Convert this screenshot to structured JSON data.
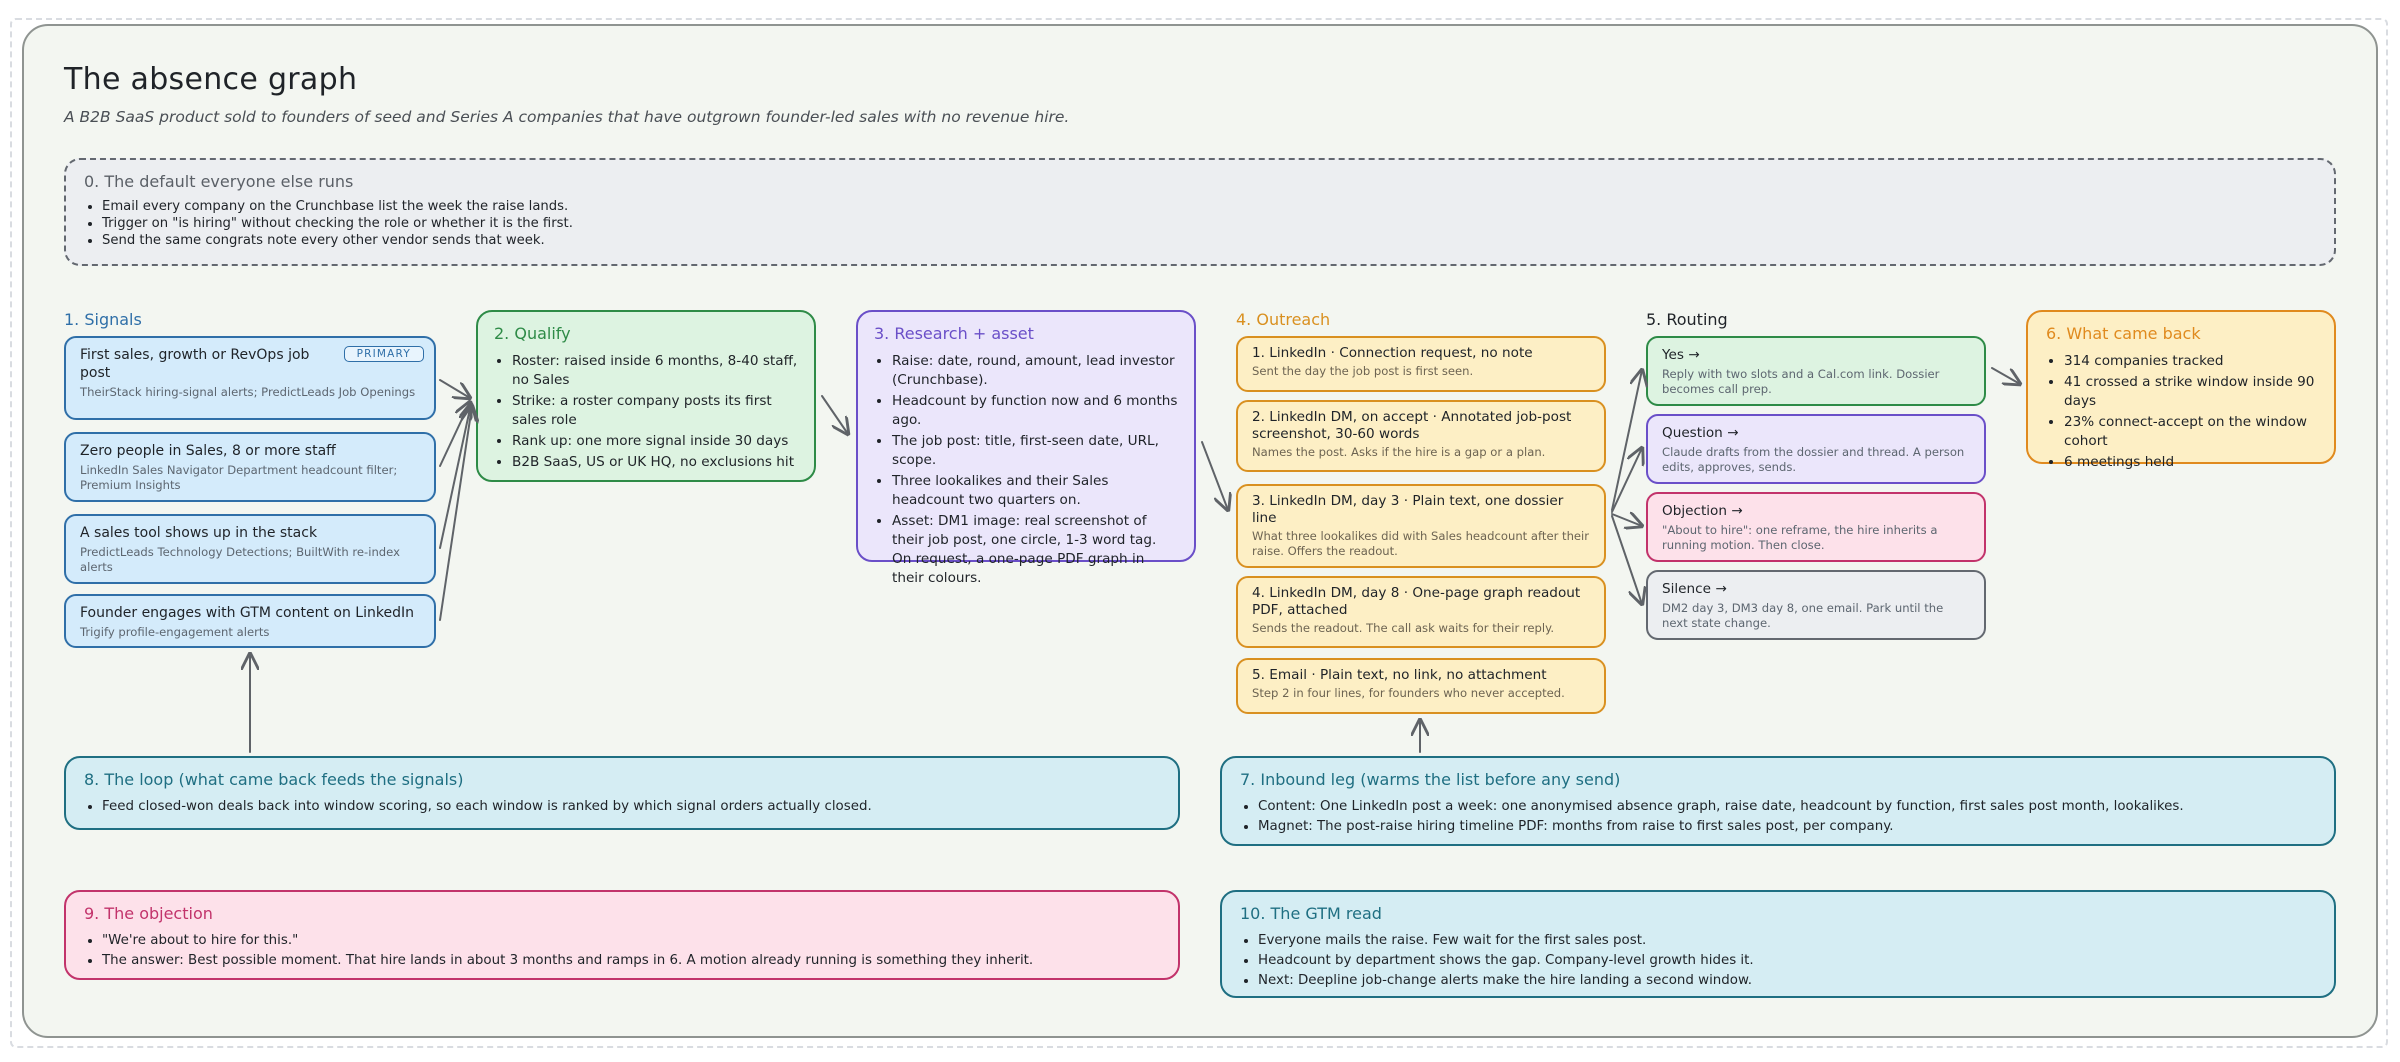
{
  "title": "The absence graph",
  "subtitle": "A B2B SaaS product sold to founders of seed and Series A companies that have outgrown founder-led sales with no revenue hire.",
  "default_section": {
    "heading": "0. The default everyone else runs",
    "items": [
      "Email every company on the Crunchbase list the week the raise lands.",
      "Trigger on \"is hiring\" without checking the role or whether it is the first.",
      "Send the same congrats note every other vendor sends that week."
    ]
  },
  "signals": {
    "heading": "1. Signals",
    "badge": "PRIMARY",
    "items": [
      {
        "title": "First sales, growth or RevOps job post",
        "sub": "TheirStack hiring-signal alerts; PredictLeads Job Openings"
      },
      {
        "title": "Zero people in Sales, 8 or more staff",
        "sub": "LinkedIn Sales Navigator Department headcount filter; Premium Insights"
      },
      {
        "title": "A sales tool shows up in the stack",
        "sub": "PredictLeads Technology Detections; BuiltWith re-index alerts"
      },
      {
        "title": "Founder engages with GTM content on LinkedIn",
        "sub": "Trigify profile-engagement alerts"
      }
    ]
  },
  "qualify": {
    "heading": "2. Qualify",
    "items": [
      "Roster: raised inside 6 months, 8-40 staff, no Sales",
      "Strike: a roster company posts its first sales role",
      "Rank up: one more signal inside 30 days",
      "B2B SaaS, US or UK HQ, no exclusions hit"
    ]
  },
  "research": {
    "heading": "3. Research + asset",
    "items": [
      "Raise: date, round, amount, lead investor (Crunchbase).",
      "Headcount by function now and 6 months ago.",
      "The job post: title, first-seen date, URL, scope.",
      "Three lookalikes and their Sales headcount two quarters on.",
      "Asset: DM1 image: real screenshot of their job post, one circle, 1-3 word tag. On request, a one-page PDF graph in their colours."
    ]
  },
  "outreach": {
    "heading": "4. Outreach",
    "items": [
      {
        "title": "1. LinkedIn · Connection request, no note",
        "sub": "Sent the day the job post is first seen."
      },
      {
        "title": "2. LinkedIn DM, on accept · Annotated job-post screenshot, 30-60 words",
        "sub": "Names the post. Asks if the hire is a gap or a plan."
      },
      {
        "title": "3. LinkedIn DM, day 3 · Plain text, one dossier line",
        "sub": "What three lookalikes did with Sales headcount after their raise. Offers the readout."
      },
      {
        "title": "4. LinkedIn DM, day 8 · One-page graph readout PDF, attached",
        "sub": "Sends the readout. The call ask waits for their reply."
      },
      {
        "title": "5. Email · Plain text, no link, no attachment",
        "sub": "Step 2 in four lines, for founders who never accepted."
      }
    ]
  },
  "routing": {
    "heading": "5. Routing",
    "items": [
      {
        "title": "Yes →",
        "sub": "Reply with two slots and a Cal.com link. Dossier becomes call prep."
      },
      {
        "title": "Question →",
        "sub": "Claude drafts from the dossier and thread. A person edits, approves, sends."
      },
      {
        "title": "Objection →",
        "sub": "\"About to hire\": one reframe, the hire inherits a running motion. Then close."
      },
      {
        "title": "Silence →",
        "sub": "DM2 day 3, DM3 day 8, one email. Park until the next state change."
      }
    ]
  },
  "came_back": {
    "heading": "6. What came back",
    "items": [
      "314 companies tracked",
      "41 crossed a strike window inside 90 days",
      "23% connect-accept on the window cohort",
      "6 meetings held"
    ]
  },
  "inbound": {
    "heading": "7. Inbound leg (warms the list before any send)",
    "items": [
      "Content: One LinkedIn post a week: one anonymised absence graph, raise date, headcount by function, first sales post month, lookalikes.",
      "Magnet: The post-raise hiring timeline PDF: months from raise to first sales post, per company."
    ]
  },
  "loop": {
    "heading": "8. The loop (what came back feeds the signals)",
    "items": [
      "Feed closed-won deals back into window scoring, so each window is ranked by which signal orders actually closed."
    ]
  },
  "objection": {
    "heading": "9. The objection",
    "items": [
      "\"We're about to hire for this.\"",
      "The answer: Best possible moment. That hire lands in about 3 months and ramps in 6. A motion already running is something they inherit."
    ]
  },
  "gtm_read": {
    "heading": "10. The GTM read",
    "items": [
      "Everyone mails the raise. Few wait for the first sales post.",
      "Headcount by department shows the gap. Company-level growth hides it.",
      "Next: Deepline job-change alerts make the hire landing a second window."
    ]
  },
  "colors": {
    "signals": "#2f6fa8",
    "qualify": "#2e8b47",
    "research": "#6a4fc8",
    "outreach": "#d99020",
    "came_back": "#e08a1e",
    "teal": "#1f6f82",
    "objection": "#c2336b",
    "arrow": "#5f6368"
  }
}
